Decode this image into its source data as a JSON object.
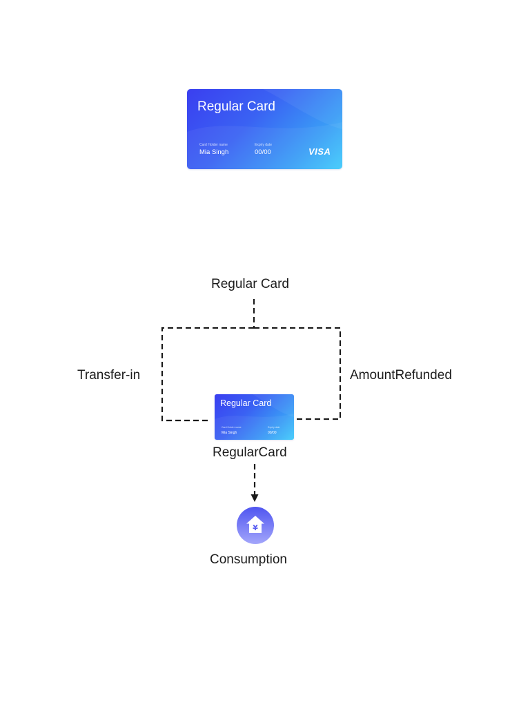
{
  "card_main": {
    "title": "Regular Card",
    "holder_label": "Card Holder name",
    "holder_name": "Mia Singh",
    "expiry_label": "Expiry date",
    "expiry_value": "00/00",
    "brand": "VISA"
  },
  "diagram": {
    "top_label": "Regular Card",
    "left_label": "Transfer-in",
    "right_label": "AmountRefunded",
    "center_label": "RegularCard",
    "bottom_label": "Consumption",
    "small_card": {
      "title": "Regular Card",
      "holder_label": "Card Holder name",
      "holder_name": "Mia Singh",
      "expiry_label": "Expiry date",
      "expiry_value": "00/00"
    },
    "consumption_icon_glyph": "¥"
  },
  "colors": {
    "card_gradient_start": "#3a3ff0",
    "card_gradient_end": "#42cbfb",
    "icon_gradient_start": "#4f55f0",
    "icon_gradient_end": "#a3a6fb",
    "line": "#1a1a1a"
  },
  "icons": {
    "consumption": "home-yuan-icon",
    "arrow": "arrow-down-icon"
  }
}
